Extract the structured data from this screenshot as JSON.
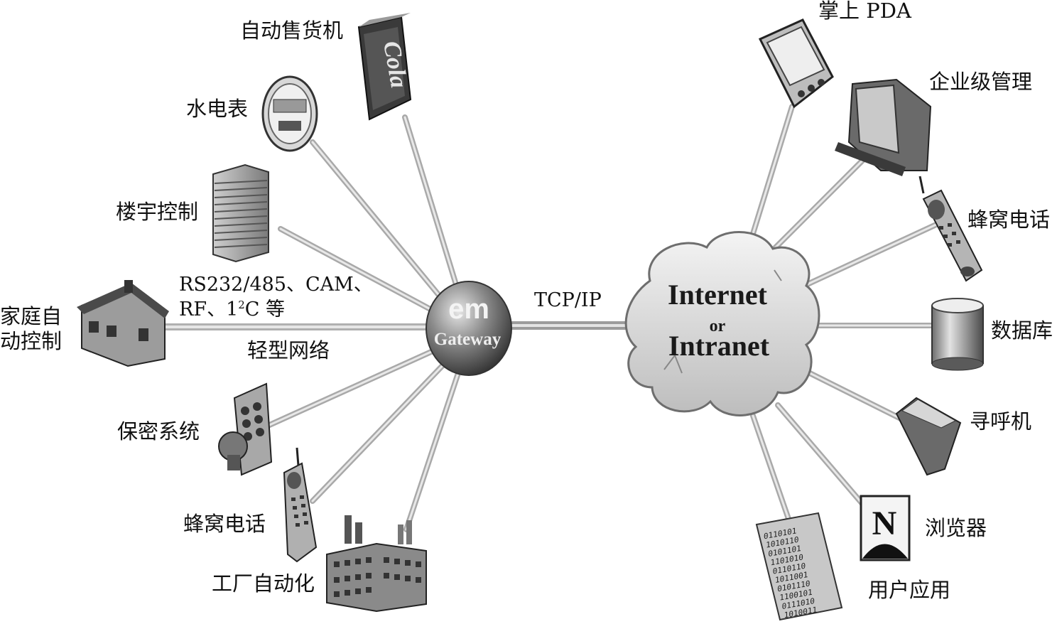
{
  "hub": {
    "line1": "em",
    "line2": "Gateway"
  },
  "cloud": {
    "line1": "Internet",
    "line2": "or",
    "line3": "Intranet"
  },
  "link_label": "TCP/IP",
  "left_devices": {
    "vending": "自动售货机",
    "meter": "水电表",
    "building": "楼宇控制",
    "home_line1": "家庭自",
    "home_line2": "动控制",
    "security": "保密系统",
    "cellphone": "蜂窝电话",
    "factory": "工厂自动化"
  },
  "bus_label": {
    "line1": "RS232/485、CAM、",
    "line2_prefix": "RF、1",
    "line2_sup": "2",
    "line2_suffix": "C 等",
    "line3": "轻型网络"
  },
  "right_devices": {
    "pda": "掌上 PDA",
    "enterprise": "企业级管理",
    "cellphone": "蜂窝电话",
    "database": "数据库",
    "pager": "寻呼机",
    "browser": "浏览器",
    "user_app": "用户应用"
  },
  "vending_brand": "Cola",
  "browser_logo": "N",
  "binary_rows": [
    "0110101",
    "1010110",
    "0101101",
    "1101010",
    "0110110",
    "1011001",
    "0101110",
    "1100101",
    "0111010",
    "1010011"
  ]
}
